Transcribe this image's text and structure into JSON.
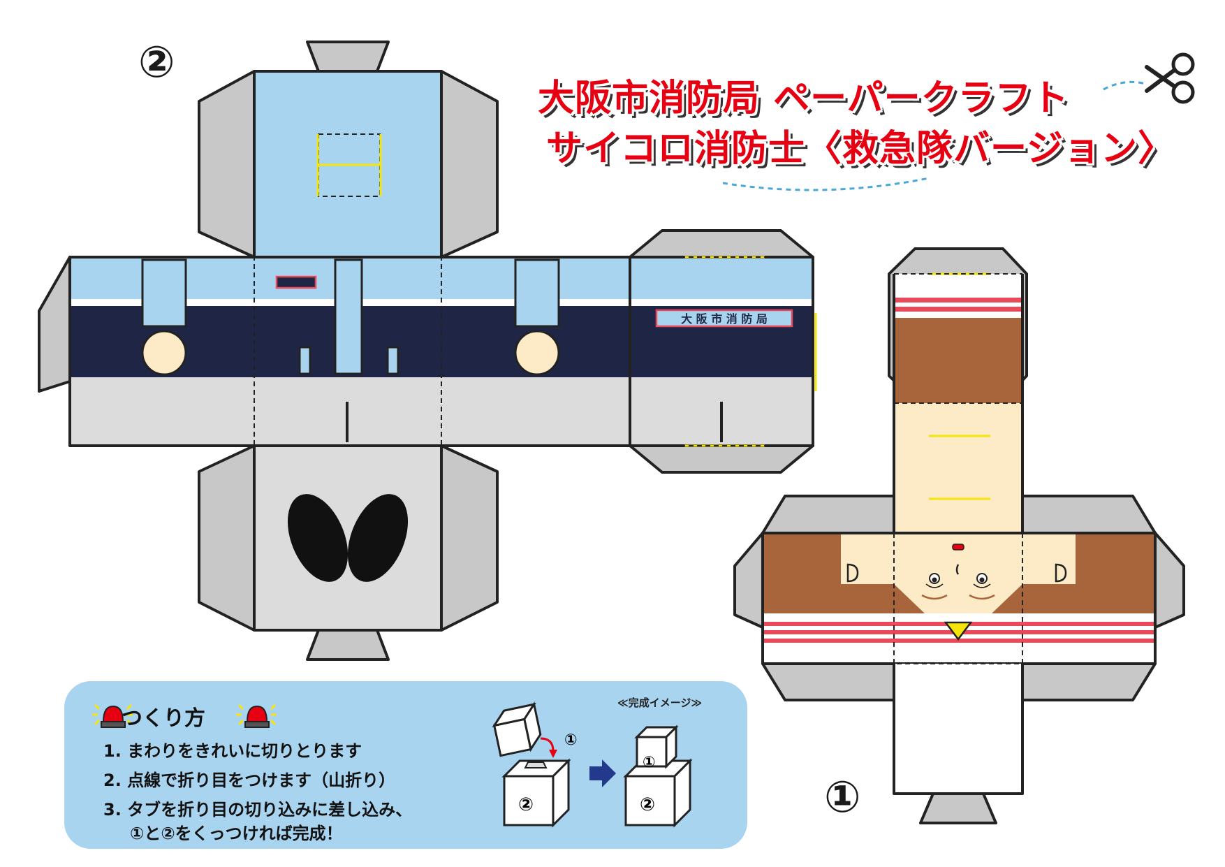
{
  "title": {
    "line1": "大阪市消防局 ペーパークラフト",
    "line2": "サイコロ消防士〈救急隊バージョン〉"
  },
  "parts": {
    "part1_label": "①",
    "part2_label": "②",
    "badge_text": "大 阪 市 消 防 局"
  },
  "instructions": {
    "heading": "つくり方",
    "steps": [
      "1. まわりをきれいに切りとります",
      "2. 点線で折り目をつけます（山折り）",
      "3. タブを折り目の切り込みに差し込み、",
      "①と②をくっつければ完成！"
    ],
    "result_label": "≪完成イメージ≫",
    "cube_top": "①",
    "cube_bottom": "②"
  },
  "colors": {
    "title_red": "#e60012",
    "uniform_light_blue": "#a9d4f0",
    "uniform_navy": "#1f2544",
    "tab_gray": "#c8c8c8",
    "panel_gray": "#dcdcdc",
    "skin": "#fcebc6",
    "hair_brown": "#a8643a",
    "stripe_red": "#e84a5a",
    "fold_yellow": "#f5e50a",
    "instruction_bg": "#a9d4f0",
    "arrow_navy": "#233a8c"
  }
}
